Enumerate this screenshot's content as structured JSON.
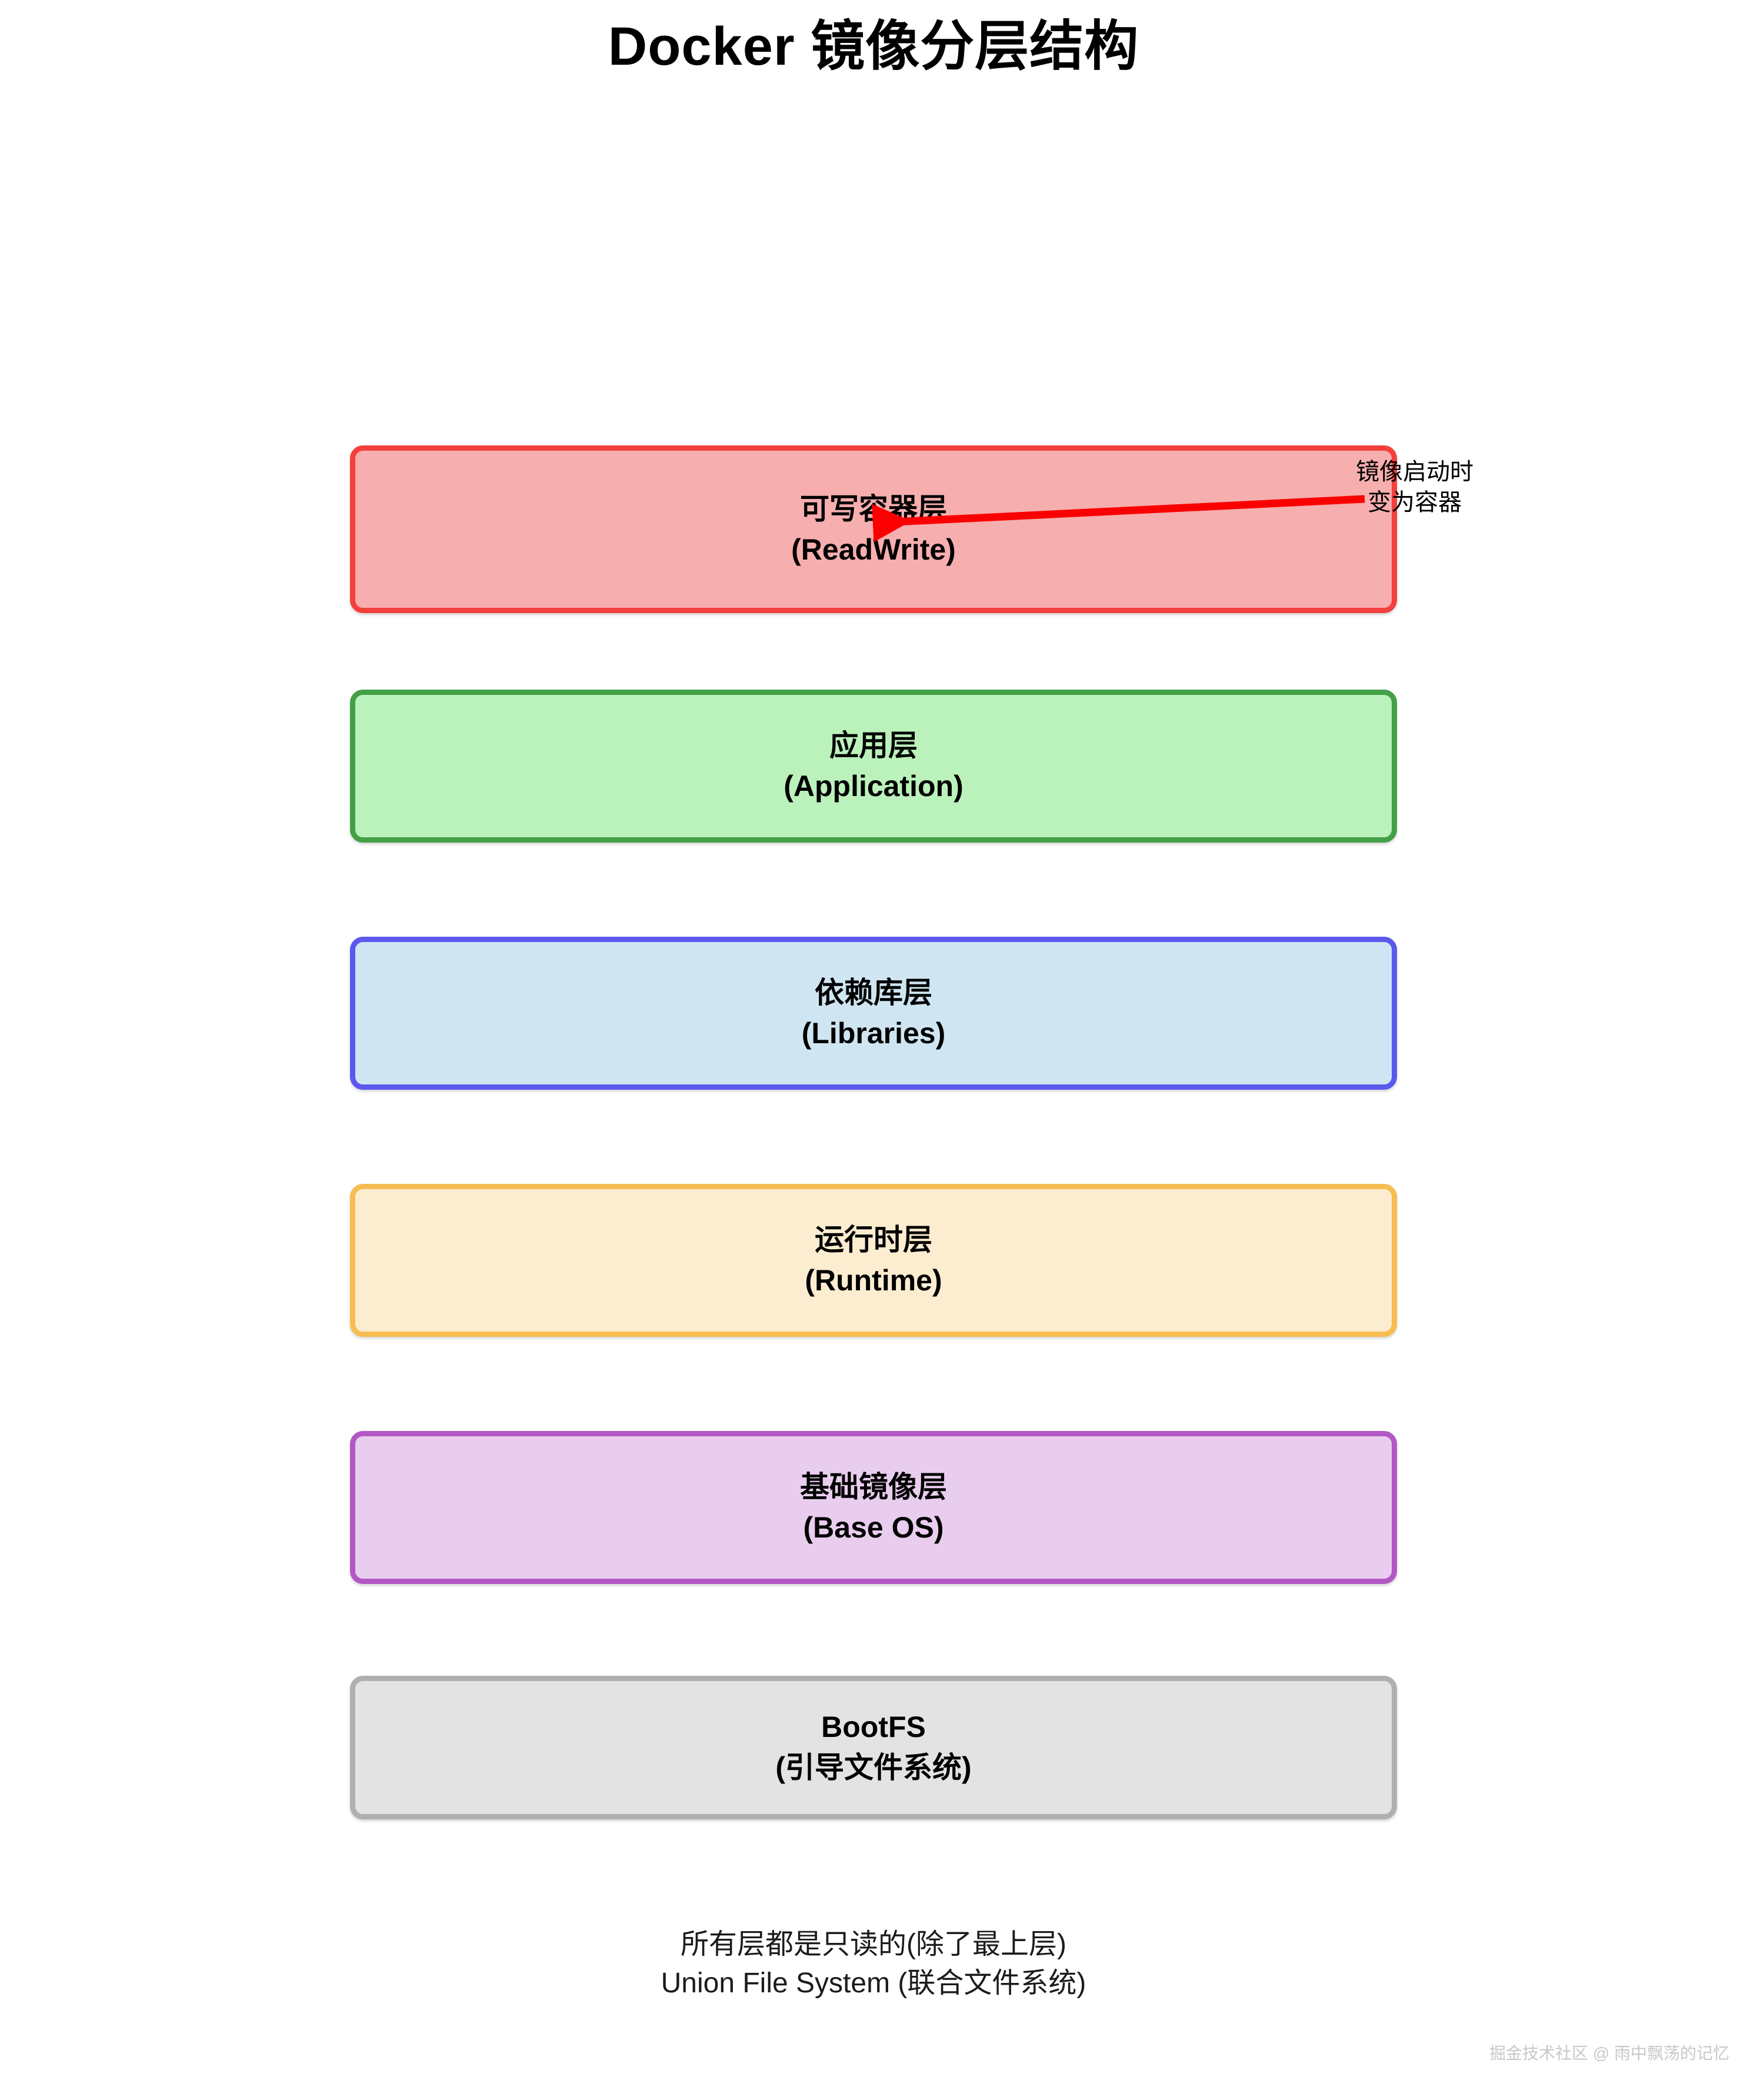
{
  "title": "Docker 镜像分层结构",
  "layers": [
    {
      "id": "readwrite",
      "zh": "可写容器层",
      "en": "(ReadWrite)",
      "fill": "#f6aeae",
      "border": "#f4403c"
    },
    {
      "id": "application",
      "zh": "应用层",
      "en": "(Application)",
      "fill": "#bbf2bb",
      "border": "#43a047"
    },
    {
      "id": "libraries",
      "zh": "依赖库层",
      "en": "(Libraries)",
      "fill": "#cfe6f2",
      "border": "#5b58ee"
    },
    {
      "id": "runtime",
      "zh": "运行时层",
      "en": "(Runtime)",
      "fill": "#fdedd0",
      "border": "#f7bd52"
    },
    {
      "id": "baseos",
      "zh": "基础镜像层",
      "en": "(Base OS)",
      "fill": "#e9cdee",
      "border": "#b357c4"
    },
    {
      "id": "bootfs",
      "zh": "BootFS",
      "en": "(引导文件系统)",
      "fill": "#e3e3e3",
      "border": "#b0b0b0"
    }
  ],
  "annotation": {
    "line1": "镜像启动时",
    "line2": "变为容器",
    "arrow_color": "#fb0000"
  },
  "footer": {
    "line1": "所有层都是只读的(除了最上层)",
    "line2": "Union File System (联合文件系统)"
  },
  "watermark": "掘金技术社区 @ 雨中飘荡的记忆"
}
